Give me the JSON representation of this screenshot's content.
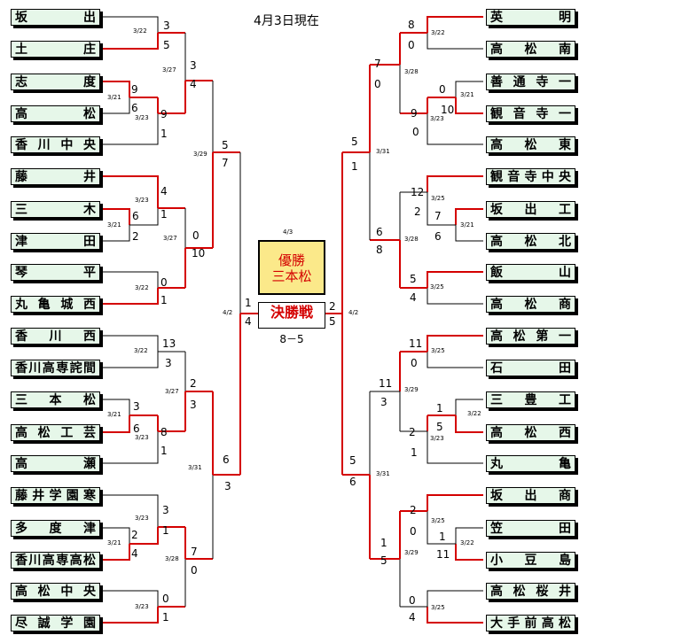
{
  "header": "4月3日現在",
  "final": {
    "date": "4/3",
    "champion_title": "優勝",
    "champion": "三本松",
    "label": "決勝戦",
    "score": "8－5"
  },
  "left_teams": [
    "坂　出",
    "土　庄",
    "志　度",
    "高　松",
    "香川中央",
    "藤　井",
    "三　木",
    "津　田",
    "琴　平",
    "丸亀城西",
    "香　川　西",
    "香川高専詫間",
    "三　本　松",
    "高松工芸",
    "高　瀬",
    "藤井学園寒",
    "多　度　津",
    "香川高専高松",
    "高松中央",
    "尽誠学園"
  ],
  "right_teams": [
    "英　明",
    "高松南",
    "善通寺一",
    "観音寺一",
    "高松東",
    "観音寺中央",
    "坂出工",
    "高松北",
    "飯　山",
    "高松商",
    "高松第一",
    "石　田",
    "三豊工",
    "高松西",
    "丸　亀",
    "坂出商",
    "笠　田",
    "小豆島",
    "高松桜井",
    "大手前高松"
  ],
  "matches": [
    {
      "side": "left",
      "date": "3/22",
      "a": "3",
      "b": "5"
    },
    {
      "side": "left",
      "date": "3/21",
      "a": "9",
      "b": "6"
    },
    {
      "side": "left",
      "date": "3/23",
      "a": "9",
      "b": "1"
    },
    {
      "side": "left",
      "date": "3/27",
      "a": "3",
      "b": "4"
    },
    {
      "side": "left",
      "date": "3/29",
      "a": "5",
      "b": "7"
    },
    {
      "side": "left",
      "date": "3/21",
      "a": "6",
      "b": "2"
    },
    {
      "side": "left",
      "date": "3/23",
      "a": "4",
      "b": "1"
    },
    {
      "side": "left",
      "date": "3/22",
      "a": "0",
      "b": "1"
    },
    {
      "side": "left",
      "date": "3/27",
      "a": "0",
      "b": "10"
    },
    {
      "side": "left",
      "date": "4/2",
      "a": "1",
      "b": "4"
    },
    {
      "side": "left",
      "date": "3/22",
      "a": "13",
      "b": "3"
    },
    {
      "side": "left",
      "date": "3/21",
      "a": "3",
      "b": "6"
    },
    {
      "side": "left",
      "date": "3/23",
      "a": "8",
      "b": "1"
    },
    {
      "side": "left",
      "date": "3/27",
      "a": "2",
      "b": "3"
    },
    {
      "side": "left",
      "date": "3/31",
      "a": "6",
      "b": "3"
    },
    {
      "side": "left",
      "date": "3/21",
      "a": "2",
      "b": "4"
    },
    {
      "side": "left",
      "date": "3/23",
      "a": "3",
      "b": "1"
    },
    {
      "side": "left",
      "date": "3/23",
      "a": "0",
      "b": "1"
    },
    {
      "side": "left",
      "date": "3/28",
      "a": "7",
      "b": "0"
    },
    {
      "side": "right",
      "date": "4/2",
      "a": "2",
      "b": "5"
    },
    {
      "side": "right",
      "date": "3/22",
      "a": "8",
      "b": "0"
    },
    {
      "side": "right",
      "date": "3/21",
      "a": "0",
      "b": "10"
    },
    {
      "side": "right",
      "date": "3/23",
      "a": "9",
      "b": "0"
    },
    {
      "side": "right",
      "date": "3/28",
      "a": "7",
      "b": "0"
    },
    {
      "side": "right",
      "date": "3/31",
      "a": "5",
      "b": "1"
    },
    {
      "side": "right",
      "date": "3/21",
      "a": "7",
      "b": "6"
    },
    {
      "side": "right",
      "date": "3/25",
      "a": "12",
      "b": "2"
    },
    {
      "side": "right",
      "date": "3/25",
      "a": "5",
      "b": "4"
    },
    {
      "side": "right",
      "date": "3/28",
      "a": "6",
      "b": "8"
    },
    {
      "side": "right",
      "date": "3/25",
      "a": "11",
      "b": "0"
    },
    {
      "side": "right",
      "date": "3/22",
      "a": "1",
      "b": "5"
    },
    {
      "side": "right",
      "date": "3/23",
      "a": "2",
      "b": "1"
    },
    {
      "side": "right",
      "date": "3/29",
      "a": "11",
      "b": "3"
    },
    {
      "side": "right",
      "date": "3/31",
      "a": "5",
      "b": "6"
    },
    {
      "side": "right",
      "date": "3/22",
      "a": "1",
      "b": "11"
    },
    {
      "side": "right",
      "date": "3/25",
      "a": "2",
      "b": "0"
    },
    {
      "side": "right",
      "date": "3/25",
      "a": "0",
      "b": "4"
    },
    {
      "side": "right",
      "date": "3/29",
      "a": "1",
      "b": "5"
    }
  ],
  "colors": {
    "winner_line": "#d40000",
    "loser_line": "#000000",
    "team_fill": "#e6f7e9",
    "champion_fill": "#fbe98a"
  }
}
